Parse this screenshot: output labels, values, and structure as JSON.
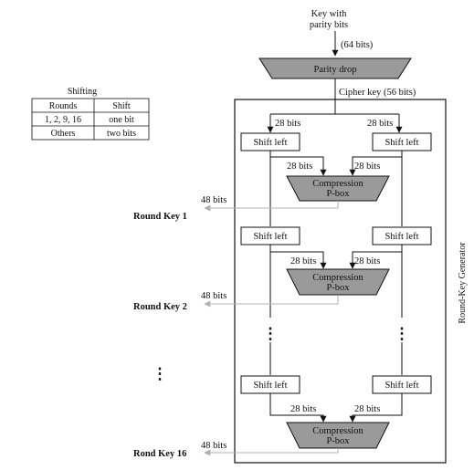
{
  "input": {
    "line1": "Key with",
    "line2": "parity bits",
    "bits": "(64 bits)"
  },
  "parity_drop": "Parity drop",
  "cipher_key": "Cipher key (56 bits)",
  "bits28": "28 bits",
  "bits48": "48 bits",
  "shift_left": "Shift left",
  "compression": {
    "line1": "Compression",
    "line2": "P-box"
  },
  "round_keys": [
    "Round Key 1",
    "Round Key 2",
    "Rond Key 16"
  ],
  "side_label": "Round-Key Generator",
  "ellipsis": "⋮",
  "shifting": {
    "title": "Shifting",
    "headers": [
      "Rounds",
      "Shift"
    ],
    "rows": [
      [
        "1, 2, 9, 16",
        "one bit"
      ],
      [
        "Others",
        "two bits"
      ]
    ]
  },
  "colors": {
    "gray_fill": "#9a9a9a",
    "line": "#111111",
    "faint_line": "#b0b0b0"
  }
}
